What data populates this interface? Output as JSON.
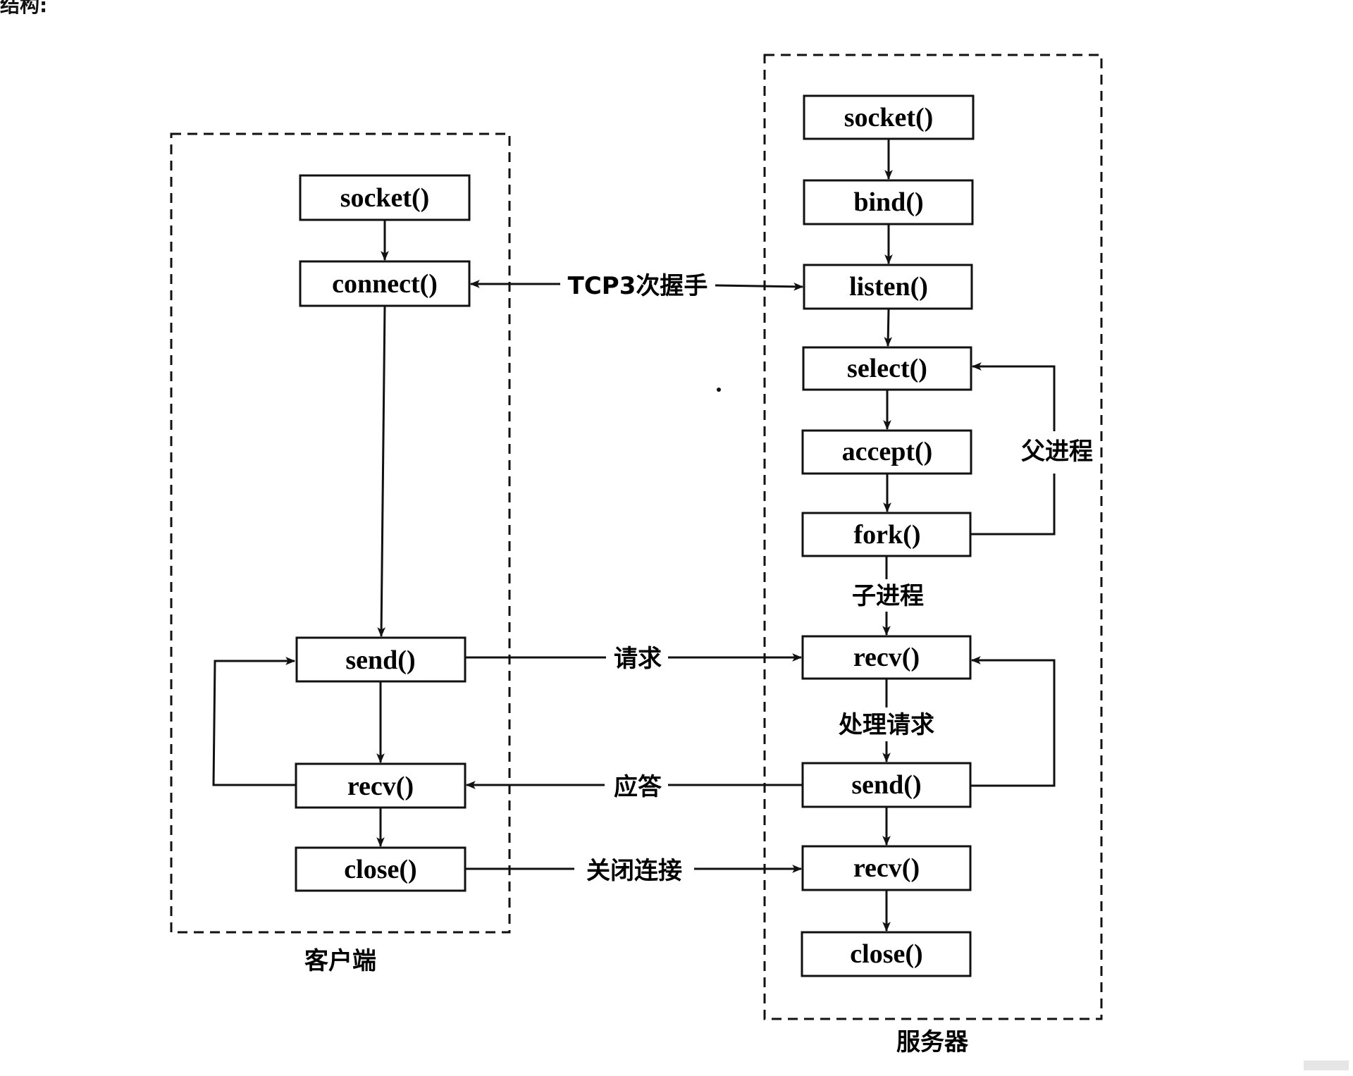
{
  "top_fragment": "结构:",
  "client": {
    "label": "客户端",
    "nodes": [
      {
        "id": "c_socket",
        "label": "socket()"
      },
      {
        "id": "c_connect",
        "label": "connect()"
      },
      {
        "id": "c_send",
        "label": "send()"
      },
      {
        "id": "c_recv",
        "label": "recv()"
      },
      {
        "id": "c_close",
        "label": "close()"
      }
    ]
  },
  "server": {
    "label": "服务器",
    "nodes": [
      {
        "id": "s_socket",
        "label": "socket()"
      },
      {
        "id": "s_bind",
        "label": "bind()"
      },
      {
        "id": "s_listen",
        "label": "listen()"
      },
      {
        "id": "s_select",
        "label": "select()"
      },
      {
        "id": "s_accept",
        "label": "accept()"
      },
      {
        "id": "s_fork",
        "label": "fork()"
      },
      {
        "id": "s_recv1",
        "label": "recv()"
      },
      {
        "id": "s_send",
        "label": "send()"
      },
      {
        "id": "s_recv2",
        "label": "recv()"
      },
      {
        "id": "s_close",
        "label": "close()"
      }
    ],
    "loop_labels": {
      "parent_process": "父进程",
      "child_process": "子进程",
      "handle_request": "处理请求"
    }
  },
  "connections": [
    {
      "from": "c_connect",
      "to": "s_listen",
      "label": "TCP3次握手",
      "direction": "both"
    },
    {
      "from": "c_send",
      "to": "s_recv1",
      "label": "请求",
      "direction": "forward"
    },
    {
      "from": "s_send",
      "to": "c_recv",
      "label": "应答",
      "direction": "forward"
    },
    {
      "from": "c_close",
      "to": "s_recv2",
      "label": "关闭连接",
      "direction": "forward"
    }
  ],
  "colors": {
    "stroke": "#111111",
    "background": "#ffffff"
  }
}
